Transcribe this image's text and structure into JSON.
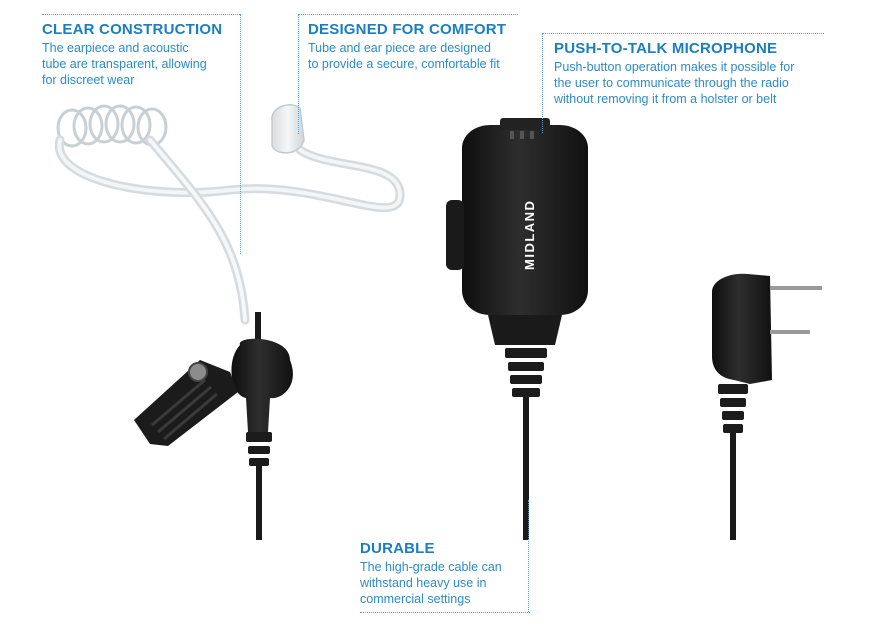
{
  "callouts": {
    "clear_construction": {
      "title": "CLEAR CONSTRUCTION",
      "lines": [
        "The earpiece and acoustic",
        "tube are transparent, allowing",
        "for discreet wear"
      ]
    },
    "designed_for_comfort": {
      "title": "DESIGNED FOR COMFORT",
      "lines": [
        "Tube and ear piece are designed",
        "to provide a secure, comfortable fit"
      ]
    },
    "push_to_talk": {
      "title": "PUSH-TO-TALK MICROPHONE",
      "lines": [
        "Push-button operation makes it possible for",
        "the user to communicate through the radio",
        "without removing it from a holster or belt"
      ]
    },
    "durable": {
      "title": "DURABLE",
      "lines": [
        "The high-grade cable can",
        "withstand heavy use in",
        "commercial settings"
      ]
    }
  },
  "brand": {
    "logo_text": "MIDLAND"
  },
  "colors": {
    "accent": "#1a7fc1",
    "text": "#2a8ccc",
    "product": "#1c1c1c"
  }
}
